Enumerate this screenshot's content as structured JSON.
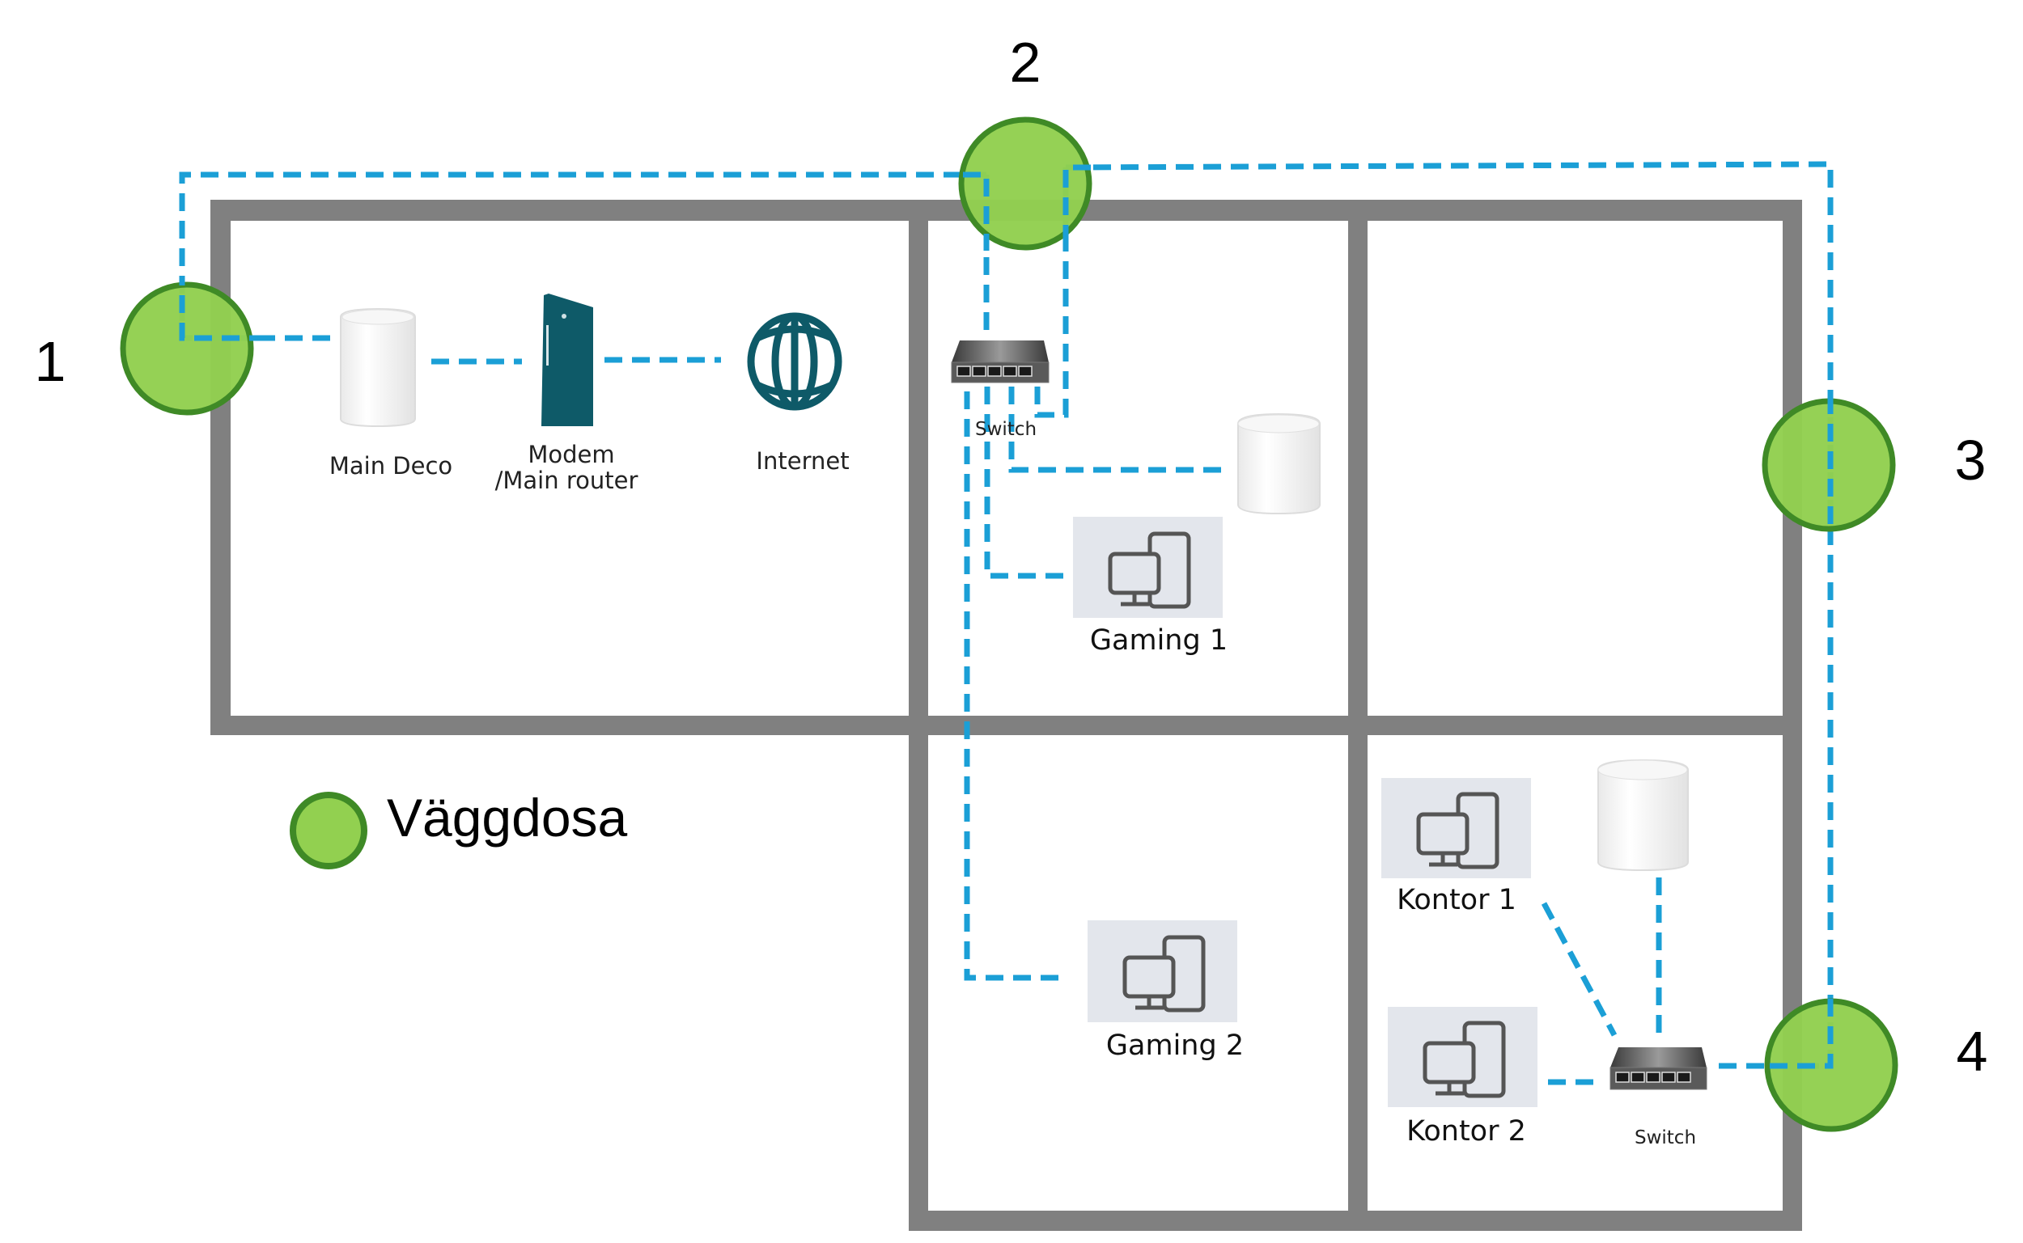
{
  "diagram": {
    "type": "network floor plan",
    "colors": {
      "wall": "#808080",
      "cable": "#1b9fd6",
      "outlet_fill": "#92d050",
      "outlet_stroke": "#3f8a26",
      "modem": "#0e5a68",
      "globe": "#0e5a68",
      "pc_tile": "#e3e6ec"
    },
    "outlets": [
      {
        "id": "1",
        "label": "1"
      },
      {
        "id": "2",
        "label": "2"
      },
      {
        "id": "3",
        "label": "3"
      },
      {
        "id": "4",
        "label": "4"
      }
    ],
    "devices": {
      "main_deco": {
        "label": "Main Deco",
        "icon": "deco-mesh-unit-icon"
      },
      "modem": {
        "label_line1": "Modem",
        "label_line2": "/Main router",
        "icon": "modem-router-icon"
      },
      "internet": {
        "label": "Internet",
        "icon": "globe-icon"
      },
      "switch_1": {
        "label": "Switch",
        "icon": "network-switch-icon"
      },
      "deco_2": {
        "icon": "deco-mesh-unit-icon"
      },
      "gaming_1": {
        "label": "Gaming 1",
        "icon": "desktop-computer-icon"
      },
      "gaming_2": {
        "label": "Gaming 2",
        "icon": "desktop-computer-icon"
      },
      "kontor_1": {
        "label": "Kontor 1",
        "icon": "desktop-computer-icon"
      },
      "kontor_2": {
        "label": "Kontor 2",
        "icon": "desktop-computer-icon"
      },
      "deco_3": {
        "icon": "deco-mesh-unit-icon"
      },
      "switch_2": {
        "label": "Switch",
        "icon": "network-switch-icon"
      }
    },
    "connections": [
      [
        "outlet-1",
        "main_deco"
      ],
      [
        "main_deco",
        "modem"
      ],
      [
        "modem",
        "internet"
      ],
      [
        "outlet-1",
        "outlet-2"
      ],
      [
        "outlet-2",
        "switch_1"
      ],
      [
        "switch_1",
        "outlet-2"
      ],
      [
        "outlet-2",
        "outlet-3"
      ],
      [
        "outlet-3",
        "outlet-4"
      ],
      [
        "switch_1",
        "deco_2"
      ],
      [
        "switch_1",
        "gaming_1"
      ],
      [
        "switch_1",
        "gaming_2"
      ],
      [
        "outlet-4",
        "switch_2"
      ],
      [
        "switch_2",
        "kontor_1"
      ],
      [
        "switch_2",
        "kontor_2"
      ],
      [
        "switch_2",
        "deco_3"
      ]
    ],
    "legend": {
      "label": "Väggdosa",
      "symbol": "wall-outlet"
    }
  }
}
